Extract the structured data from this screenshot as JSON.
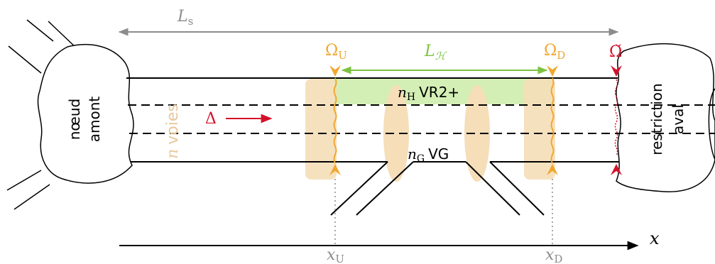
{
  "labels": {
    "l_s": "L",
    "l_s_sub": "s",
    "l_h": "L",
    "l_h_sub": "ℋ",
    "omega_u": "Ω",
    "omega_u_sub": "U",
    "omega_d": "Ω",
    "omega_d_sub": "D",
    "omega_breve": "Ω̆",
    "node_up_line1": "nœud",
    "node_up_line2": "amont",
    "node_down_line1": "restriction",
    "node_down_line2": "aval",
    "n_voies_n": "n",
    "n_voies_text": "voies",
    "delta": "Δ",
    "nh_var": "n",
    "nh_sub": "H",
    "nh_text": "VR2+",
    "ng_var": "n",
    "ng_sub": "G",
    "ng_text": "VG",
    "x_axis": "x",
    "x_u": "x",
    "x_u_sub": "U",
    "x_d": "x",
    "x_d_sub": "D"
  },
  "colors": {
    "road": "#000000",
    "dimension": "#8c8c8c",
    "boundary": "#f0a830",
    "lane_zone": "#f5deb8",
    "hov_zone": "#d4efb6",
    "hov_arrow": "#7cc242",
    "delta_arrow": "#d4112a",
    "downstream_boundary": "#d4112a",
    "n_voies_text": "#e8c79c"
  }
}
